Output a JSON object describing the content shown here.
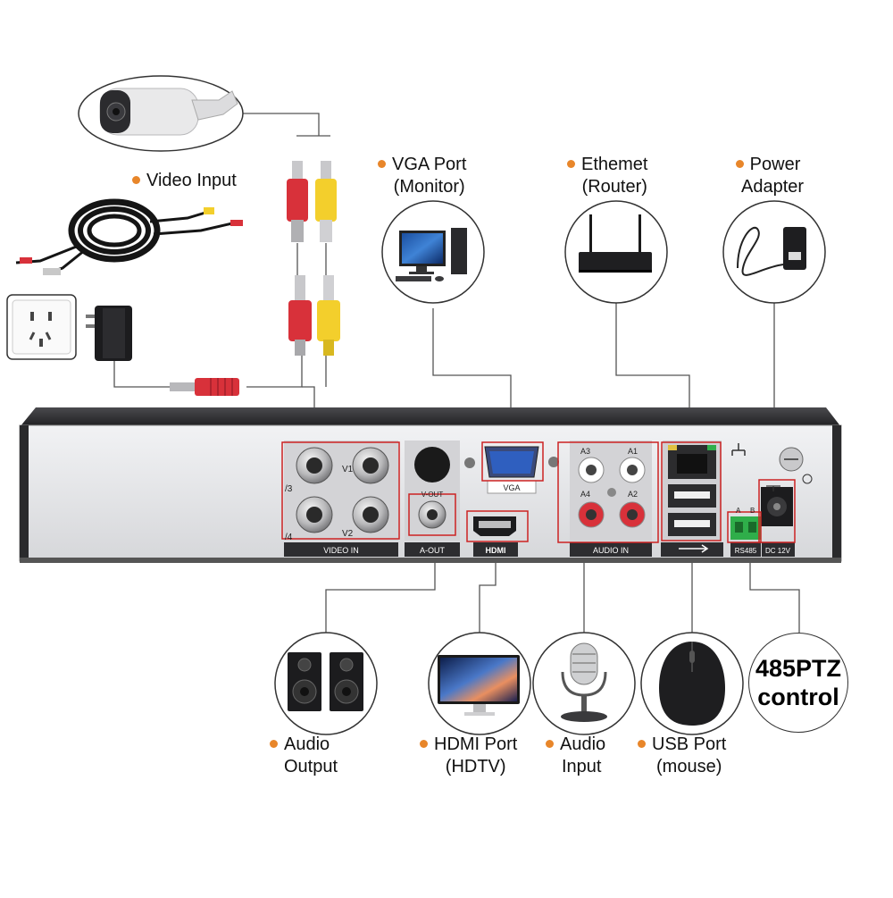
{
  "callouts": {
    "video_input": "Video Input",
    "vga_port": [
      "VGA Port",
      "(Monitor)"
    ],
    "ethernet": [
      "Ethemet",
      "(Router)"
    ],
    "power_adapter": [
      "Power",
      "Adapter"
    ],
    "audio_output": [
      "Audio",
      "Output"
    ],
    "hdmi_port": [
      "HDMI Port",
      "(HDTV)"
    ],
    "audio_input": [
      "Audio",
      "Input"
    ],
    "usb_port": [
      "USB Port",
      "(mouse)"
    ],
    "ptz_control": [
      "485PTZ",
      "control"
    ]
  },
  "panel_labels": {
    "v1": "V1",
    "v2": "V2",
    "v3": "/3",
    "v4": "/4",
    "video_in": "VIDEO IN",
    "v_out": "V-OUT",
    "a_out": "A-OUT",
    "vga": "VGA",
    "hdmi": "HDMI",
    "a1": "A1",
    "a2": "A2",
    "a3": "A3",
    "a4": "A4",
    "audio_in": "AUDIO IN",
    "rs485_a": "A",
    "rs485_b": "B",
    "rs485": "RS485",
    "dc12v": "DC 12V"
  },
  "colors": {
    "callout_dot": "#e8862a",
    "highlight_box": "#cc2222",
    "rca_red": "#d8313a",
    "rca_yellow": "#f3cf2c",
    "dvr_face": "#e2e3e5",
    "dvr_top": "#2b2b2e"
  }
}
